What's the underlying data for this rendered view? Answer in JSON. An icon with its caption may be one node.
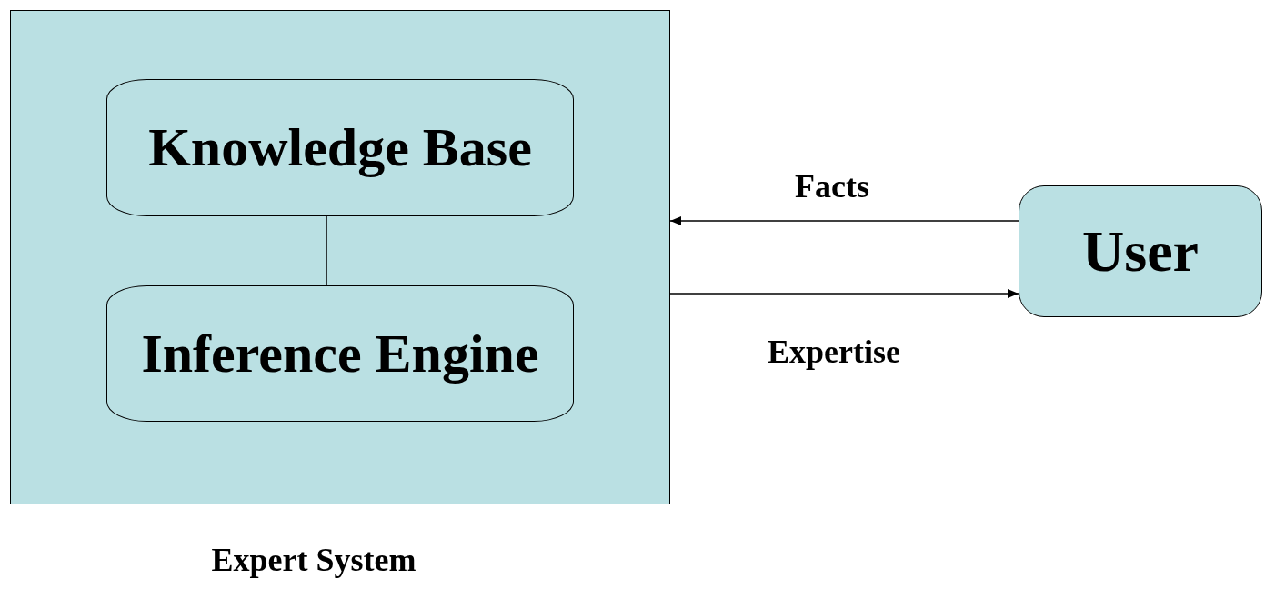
{
  "diagram": {
    "nodes": [
      {
        "text": [
          "Expert System"
        ]
      },
      {
        "text": [
          "Knowledge Base"
        ],
        "in": 0
      },
      {
        "text": [
          "Inference Engine"
        ],
        "in": 0
      },
      {
        "text": [
          "User"
        ]
      }
    ],
    "edges": [
      {
        "from": 1,
        "to": 2,
        "arrow": "none"
      },
      {
        "from": 3,
        "to": 0,
        "arrow": "to",
        "label": "Facts"
      },
      {
        "from": 0,
        "to": 3,
        "arrow": "to",
        "label": "Expertise"
      }
    ]
  }
}
